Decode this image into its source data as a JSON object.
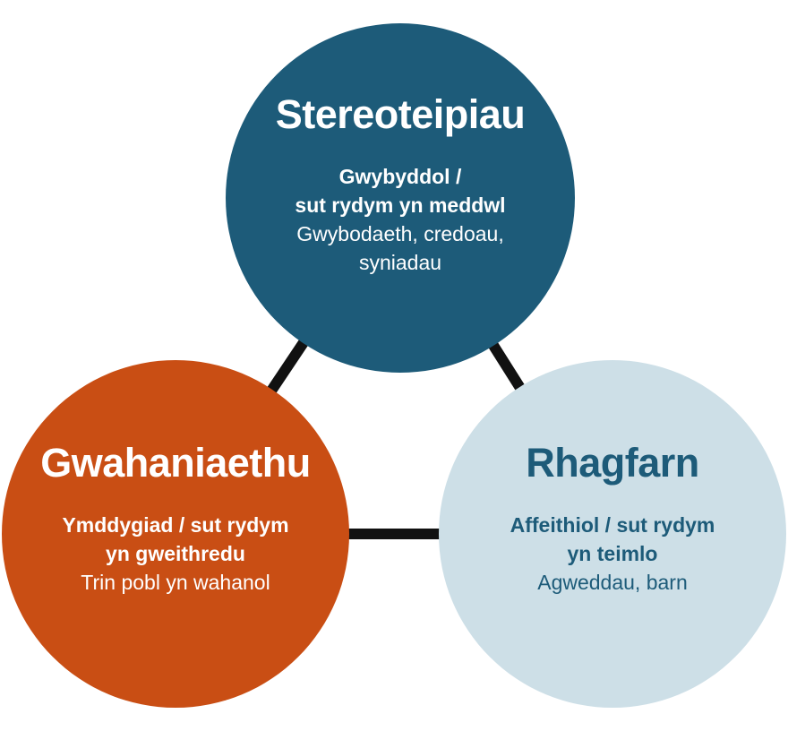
{
  "colors": {
    "stereotypes": "#1d5b79",
    "discrimination": "#c94e14",
    "prejudice": "#cddfe7",
    "prejudice_text": "#1d5b79",
    "connector": "#111111"
  },
  "nodes": {
    "stereotypes": {
      "title": "Stereoteipiau",
      "subtitle_line1": "Gwybyddol /",
      "subtitle_line2": "sut rydym yn meddwl",
      "desc_line1": "Gwybodaeth, credoau,",
      "desc_line2": "syniadau"
    },
    "discrimination": {
      "title": "Gwahaniaethu",
      "subtitle_line1": "Ymddygiad / sut rydym",
      "subtitle_line2": "yn gweithredu",
      "desc_line1": "Trin pobl yn wahanol"
    },
    "prejudice": {
      "title": "Rhagfarn",
      "subtitle_line1": "Affeithiol / sut rydym",
      "subtitle_line2": "yn teimlo",
      "desc_line1": "Agweddau, barn"
    }
  },
  "edges": [
    {
      "from": "stereotypes",
      "to": "discrimination"
    },
    {
      "from": "stereotypes",
      "to": "prejudice"
    },
    {
      "from": "discrimination",
      "to": "prejudice"
    }
  ]
}
